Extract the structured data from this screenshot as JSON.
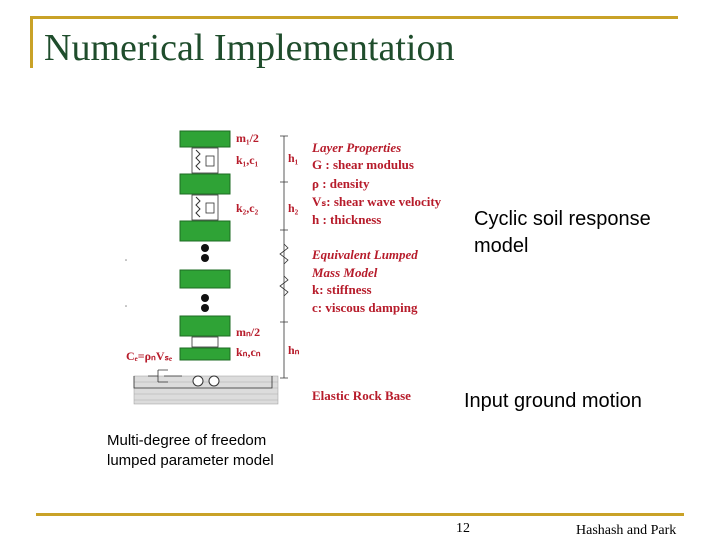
{
  "slide": {
    "title": "Numerical Implementation",
    "page_number": "12",
    "authors": "Hashash and Park"
  },
  "captions": {
    "cyclic_line1": "Cyclic soil response",
    "cyclic_line2": "model",
    "input_motion": "Input ground motion",
    "mdof_line1": "Multi-degree of freedom",
    "mdof_line2": "lumped parameter model"
  },
  "diagram": {
    "mass_top": "m₁/2",
    "k1c1": "k₁,c₁",
    "k2c2": "k₂,c₂",
    "h1": "h₁",
    "h2": "h₂",
    "mass_bottom": "mₙ/2",
    "kncn": "kₙ,cₙ",
    "hn": "hₙ",
    "dashpot": "Cₑ=ρₙVₛₑ",
    "layer_props": [
      "Layer Properties",
      "G : shear modulus",
      "ρ  : density",
      "Vₛ: shear wave velocity",
      "h  : thickness"
    ],
    "lumped_model": [
      "Equivalent Lumped",
      "Mass Model",
      "k: stiffness",
      "c: viscous damping"
    ],
    "rock_base": "Elastic Rock Base",
    "colors": {
      "mass": "#2fa336",
      "label": "#b71c2b",
      "frame": "#c9a227",
      "title": "#1f4d2c"
    }
  }
}
